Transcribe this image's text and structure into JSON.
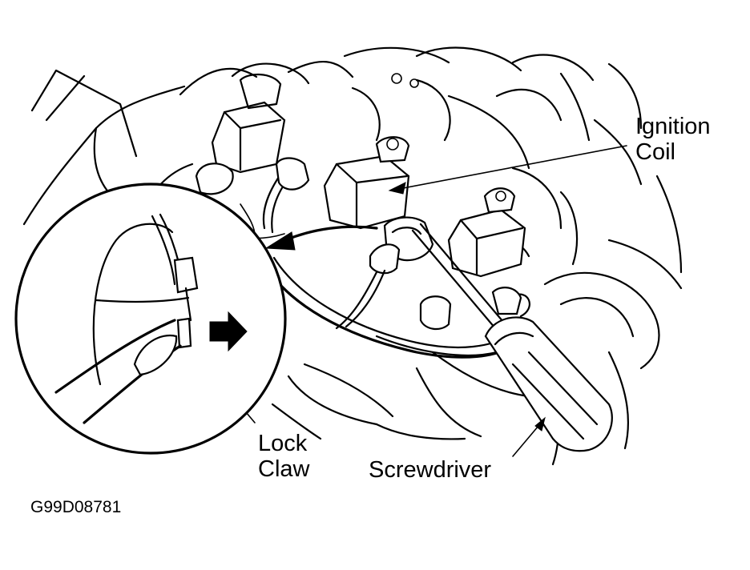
{
  "labels": {
    "ignition_coil_line1": "Ignition",
    "ignition_coil_line2": "Coil",
    "lock_claw_line1": "Lock",
    "lock_claw_line2": "Claw",
    "screwdriver": "Screwdriver",
    "figure_code": "G99D08781"
  },
  "icons": {
    "arrow_to_detail": "curved-arrow-icon",
    "direction_arrow": "right-arrow-icon"
  },
  "colors": {
    "ink": "#000000",
    "paper": "#ffffff"
  }
}
